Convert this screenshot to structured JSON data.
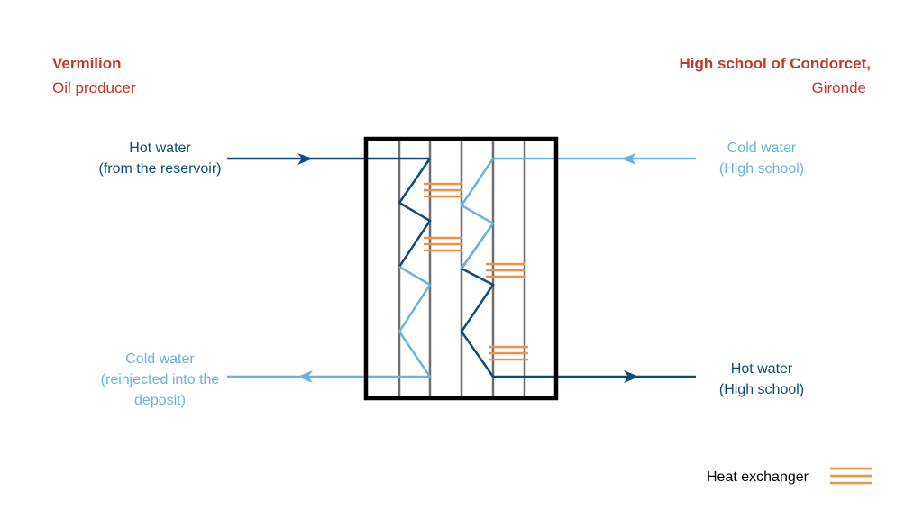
{
  "left_title": {
    "name": "Vermilion",
    "subtitle": "Oil producer"
  },
  "right_title": {
    "name": "High school of Condorcet,",
    "subtitle": "Gironde"
  },
  "flows": {
    "hot_in": {
      "line1": "Hot water",
      "line2": "(from the reservoir)"
    },
    "cold_out": {
      "line1": "Cold water",
      "line2": "(reinjected into the",
      "line3": "deposit)"
    },
    "cold_in": {
      "line1": "Cold water",
      "line2": "(High school)"
    },
    "hot_out": {
      "line1": "Hot water",
      "line2": "(High school)"
    }
  },
  "legend": {
    "label": "Heat exchanger"
  },
  "colors": {
    "title_red": "#c0392b",
    "hot_dark_blue": "#0f4c7a",
    "cold_light_blue": "#6bb3dc",
    "exchanger_orange": "#f0914a",
    "plate_gray": "#6e6e6e"
  }
}
